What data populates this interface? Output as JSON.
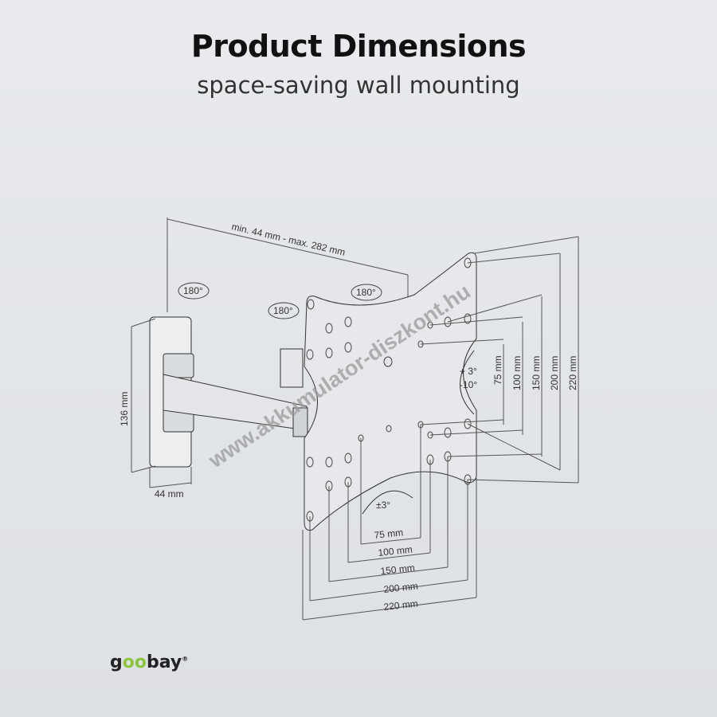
{
  "header": {
    "title": "Product Dimensions",
    "subtitle": "space-saving wall mounting"
  },
  "diagram": {
    "arm_extension": "min. 44 mm - max. 282 mm",
    "rotation_wall": "180°",
    "rotation_mid": "180°",
    "rotation_plate": "180°",
    "tilt_vertical": [
      "+ 3°",
      "-10°"
    ],
    "swivel": "±3°",
    "wall_height": "136 mm",
    "wall_depth": "44 mm",
    "vesa_vertical": [
      "75 mm",
      "100 mm",
      "150 mm",
      "200 mm",
      "220 mm"
    ],
    "vesa_horizontal": [
      "75 mm",
      "100 mm",
      "150 mm",
      "200 mm",
      "220 mm"
    ]
  },
  "watermark": "www.akkumulator-diszkont.hu",
  "brand": {
    "logo": "goobay",
    "accent": "#8cc63f"
  }
}
